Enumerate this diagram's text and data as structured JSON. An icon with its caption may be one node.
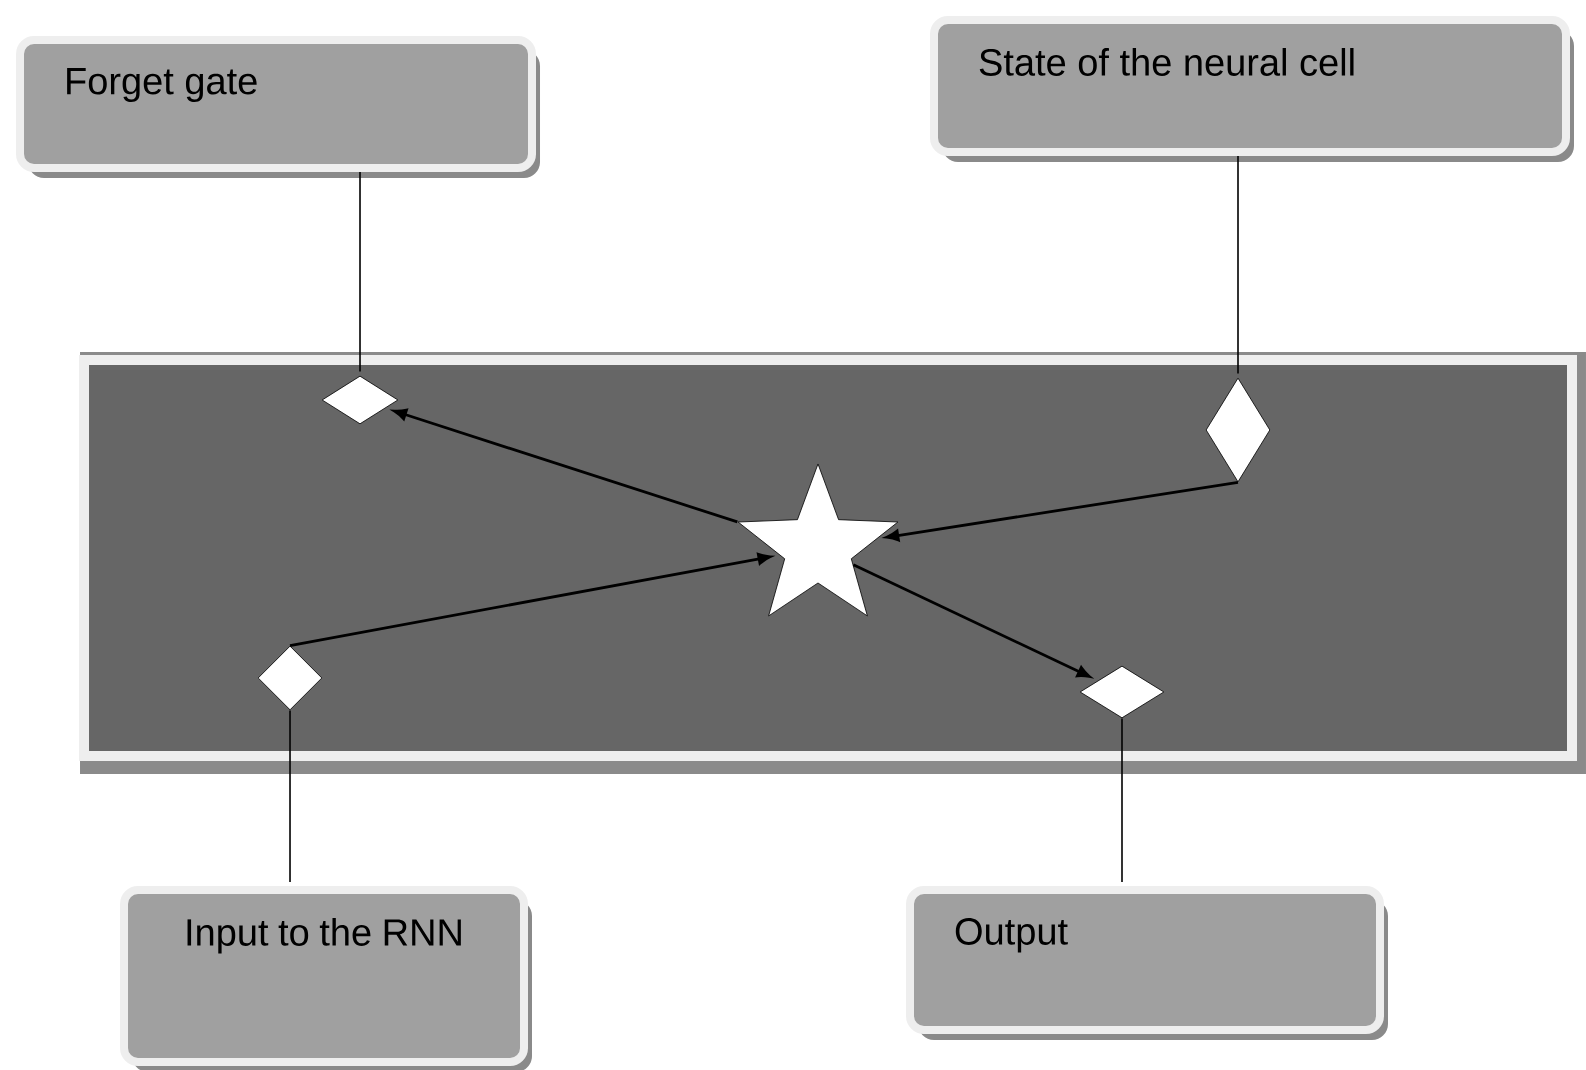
{
  "diagram": {
    "nodes": [
      {
        "text": [
          "Forget gate"
        ]
      },
      {
        "text": [
          "State of the neural cell"
        ]
      },
      {
        "text": [],
        "shape": "box"
      },
      {
        "text": [],
        "shape": "diamond",
        "in": 2
      },
      {
        "text": [],
        "shape": "diamond",
        "in": 2
      },
      {
        "text": [],
        "shape": "star",
        "in": 2
      },
      {
        "text": [],
        "shape": "diamond",
        "in": 2
      },
      {
        "text": [],
        "shape": "diamond",
        "in": 2
      },
      {
        "text": [
          "Input to the RNN"
        ]
      },
      {
        "text": [
          "Output"
        ]
      }
    ],
    "edges": [
      {
        "from": 0,
        "to": 3,
        "arrow": "none"
      },
      {
        "from": 1,
        "to": 4,
        "arrow": "none"
      },
      {
        "from": 5,
        "to": 3,
        "arrow": "to"
      },
      {
        "from": 4,
        "to": 5,
        "arrow": "to"
      },
      {
        "from": 6,
        "to": 5,
        "arrow": "to"
      },
      {
        "from": 5,
        "to": 7,
        "arrow": "to"
      },
      {
        "from": 6,
        "to": 8,
        "arrow": "none"
      },
      {
        "from": 7,
        "to": 9,
        "arrow": "none"
      }
    ]
  }
}
